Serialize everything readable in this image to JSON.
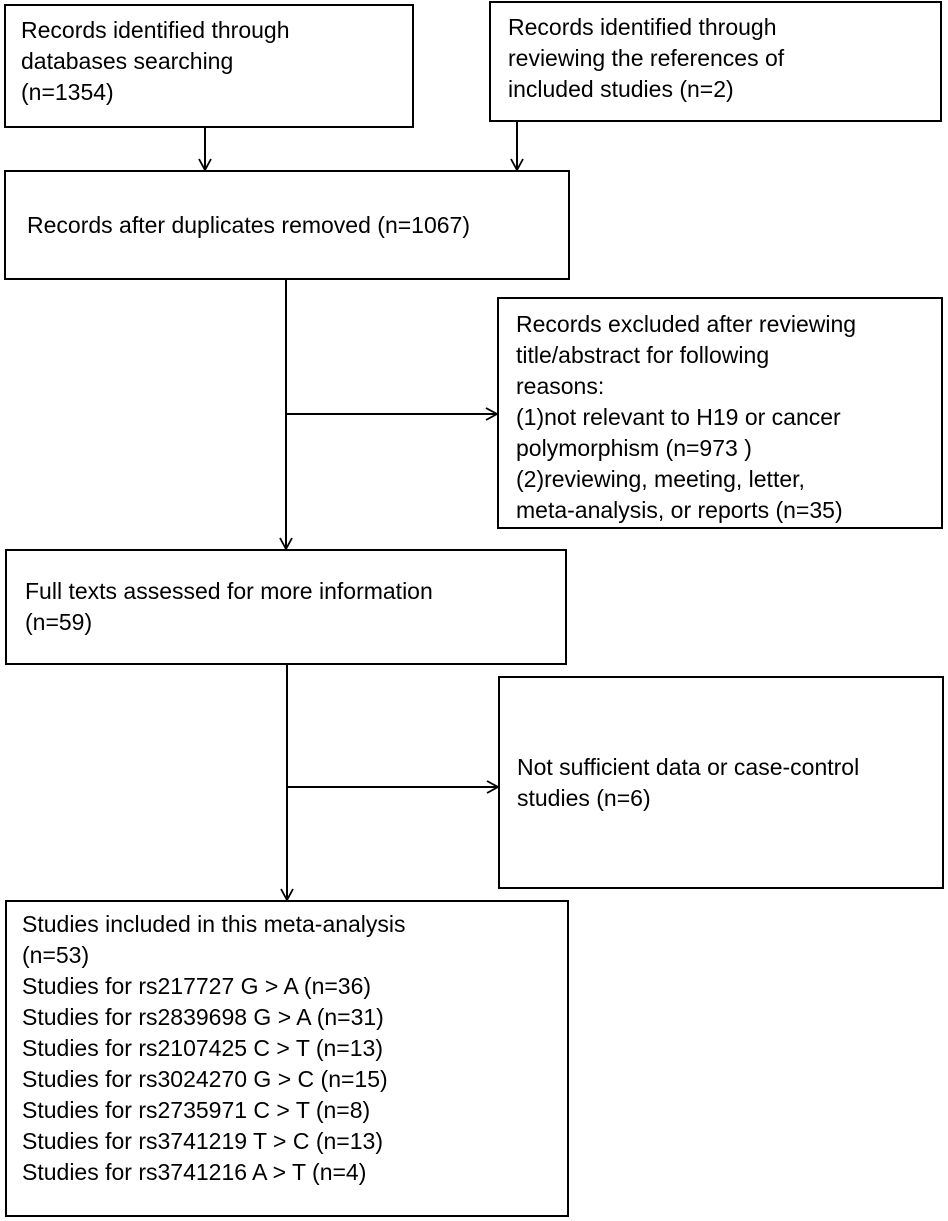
{
  "boxes": {
    "identified_databases": {
      "lines": [
        "Records identified through",
        "databases searching",
        "(n=1354)"
      ]
    },
    "identified_references": {
      "lines": [
        "Records identified through",
        "reviewing the references of",
        "included studies (n=2)"
      ]
    },
    "after_duplicates": {
      "lines": [
        "Records after duplicates removed (n=1067)"
      ]
    },
    "excluded_title_abstract": {
      "lines": [
        "Records excluded after reviewing",
        "title/abstract for following",
        "reasons:",
        "(1)not relevant to H19 or cancer",
        "polymorphism (n=973 )",
        "(2)reviewing, meeting, letter,",
        "meta-analysis, or reports (n=35)"
      ]
    },
    "full_texts": {
      "lines": [
        "Full texts assessed for more information",
        "(n=59)"
      ]
    },
    "excluded_insufficient": {
      "lines": [
        "Not sufficient data or case-control",
        "studies (n=6)"
      ]
    },
    "included": {
      "lines": [
        "Studies included in this meta-analysis",
        "(n=53)",
        "Studies for rs217727 G > A (n=36)",
        "Studies for rs2839698 G > A (n=31)",
        "Studies for rs2107425 C > T (n=13)",
        "Studies for rs3024270 G > C (n=15)",
        "Studies for rs2735971 C > T (n=8)",
        "Studies for rs3741219 T > C (n=13)",
        "Studies for rs3741216 A > T (n=4)"
      ]
    }
  }
}
